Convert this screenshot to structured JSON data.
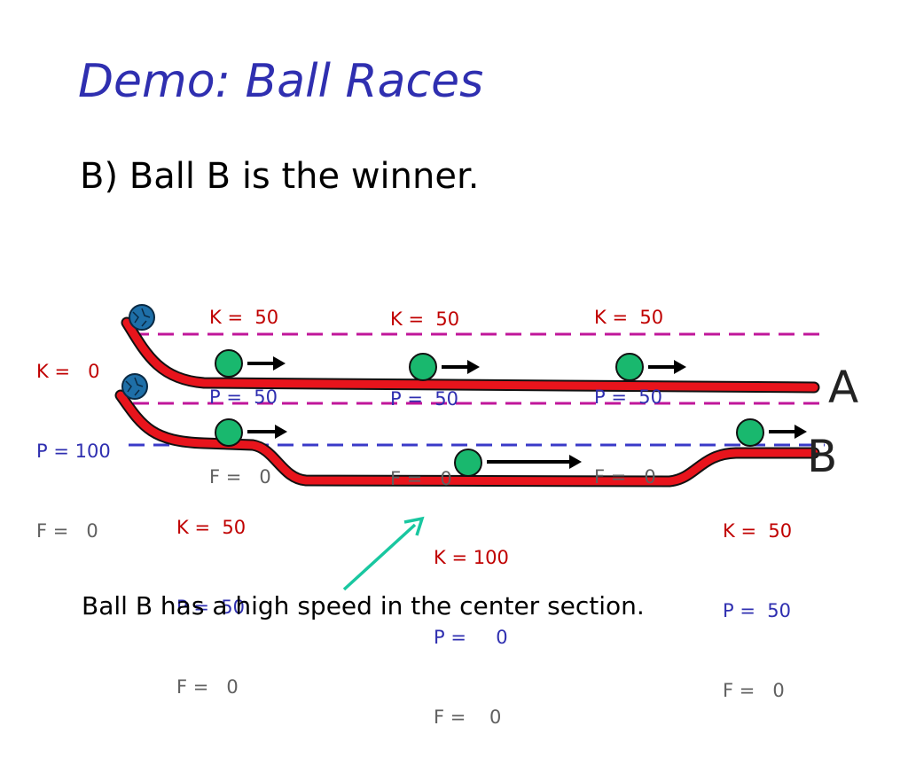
{
  "slide": {
    "title": "Demo: Ball Races",
    "subtitle": "B) Ball B is the winner.",
    "footer": "Ball B has a high speed in the center section."
  },
  "tracks": {
    "a_label": "A",
    "b_label": "B"
  },
  "labels": {
    "start": {
      "k": "K =   0",
      "p": "P = 100",
      "f": "F =   0"
    },
    "a1": {
      "k": "K =  50",
      "p": "P =  50",
      "f": "F =   0"
    },
    "a2": {
      "k": "K =  50",
      "p": "P =  50",
      "f": "F =   0"
    },
    "a3": {
      "k": "K =  50",
      "p": "P =  50",
      "f": "F =   0"
    },
    "b1": {
      "k": "K =  50",
      "p": "P =  50",
      "f": "F =   0"
    },
    "b_center": {
      "k": "K = 100",
      "p": "P =     0",
      "f": "F =    0"
    },
    "b3": {
      "k": "K =  50",
      "p": "P =  50",
      "f": "F =   0"
    }
  },
  "colors": {
    "title": "#2f2fb0",
    "track": "#e8141c",
    "ball": "#19b86e",
    "start_ball": "#1e6fa8",
    "dash_upper": "#c0169a",
    "dash_lower": "#3a3ac8",
    "pointer_arrow": "#19c7a0",
    "kinetic": "#c00000",
    "potential": "#2f2fb0",
    "friction": "#606060"
  }
}
